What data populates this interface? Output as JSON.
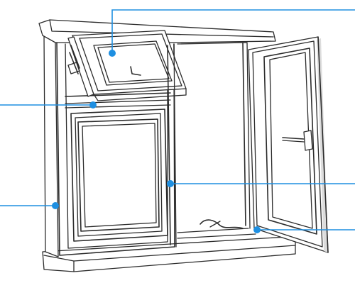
{
  "colors": {
    "background": "#ffffff",
    "line": "#2b2b2b",
    "callout": "#1e8fe1",
    "shade": "#dcdcdc"
  },
  "callouts": [
    {
      "name": "callout-top-vent"
    },
    {
      "name": "callout-transom"
    },
    {
      "name": "callout-outer-frame"
    },
    {
      "name": "callout-mullion"
    },
    {
      "name": "callout-casement-sash"
    }
  ]
}
